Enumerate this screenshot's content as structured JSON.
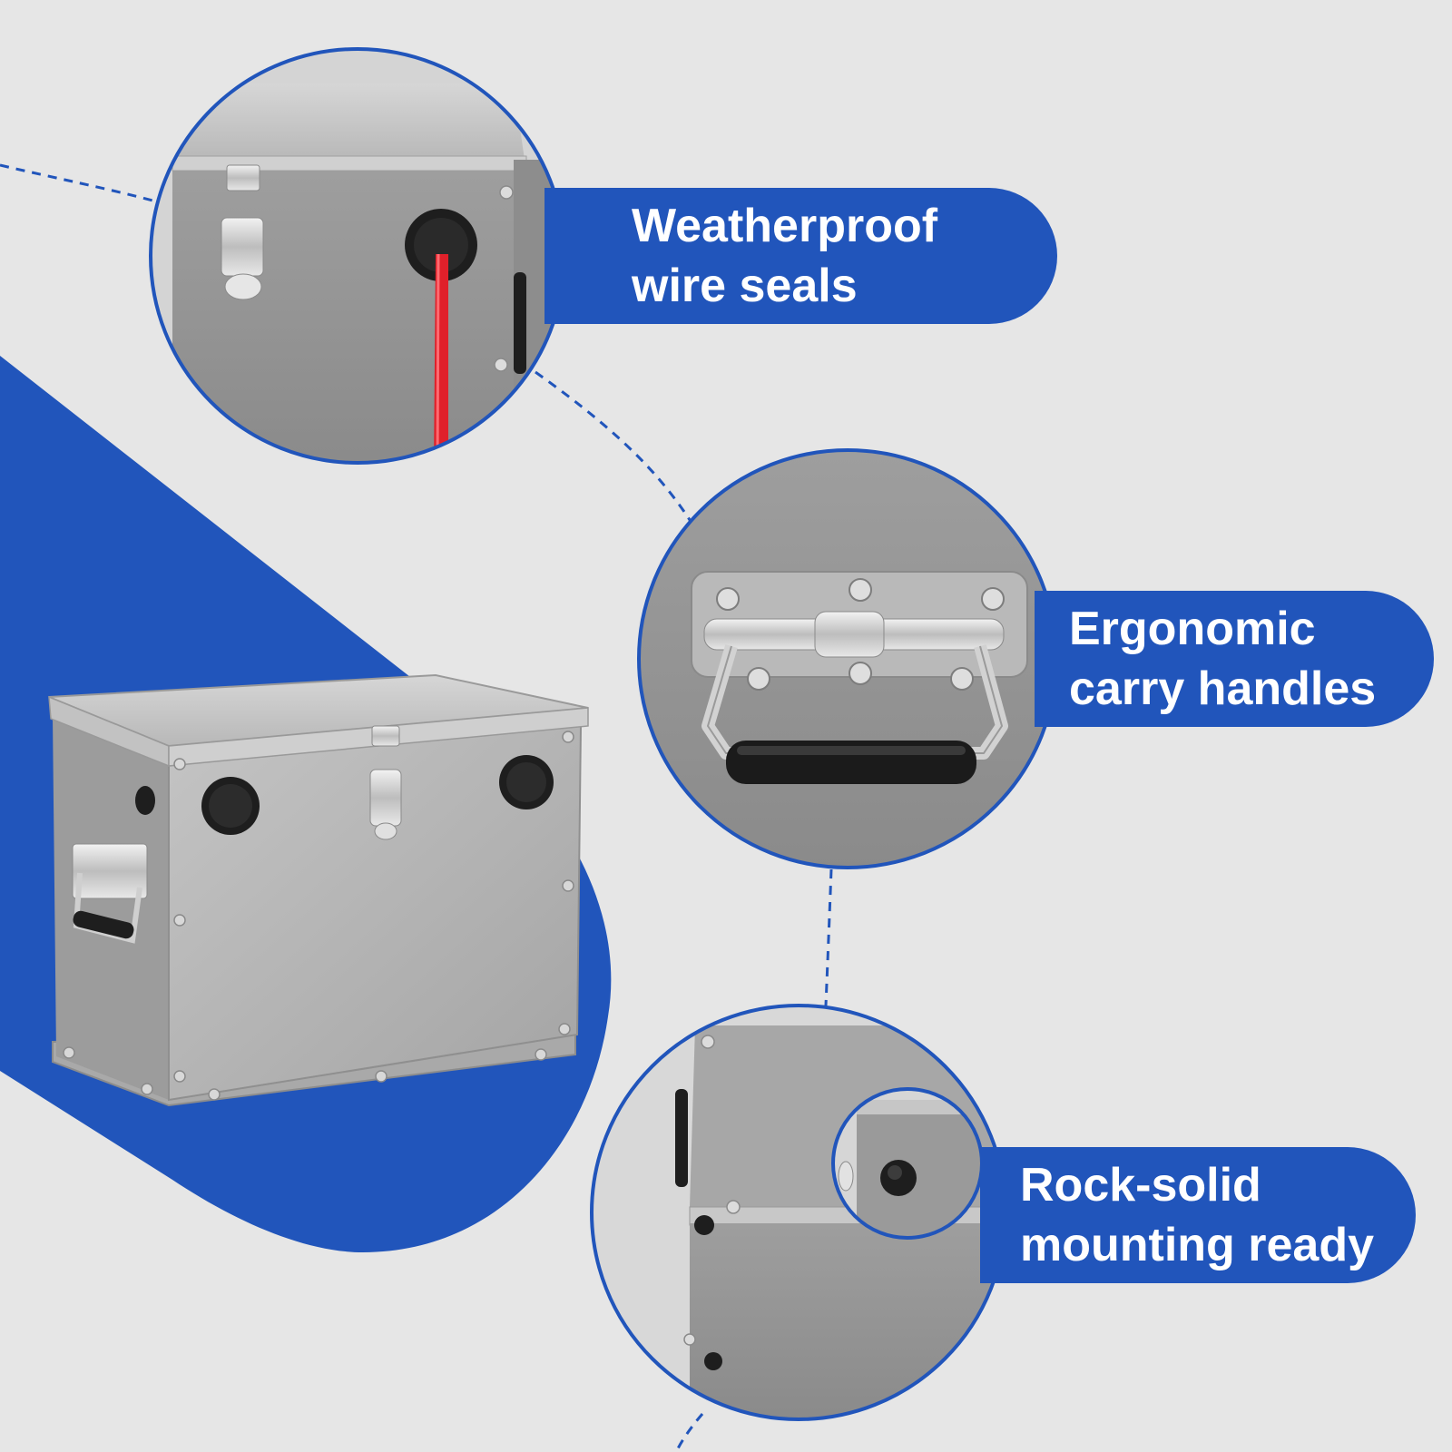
{
  "features": [
    {
      "line1": "Weatherproof",
      "line2": "wire seals",
      "icon": "wire-seal-closeup"
    },
    {
      "line1": "Ergonomic",
      "line2": "carry handles",
      "icon": "carry-handle-closeup"
    },
    {
      "line1": "Rock-solid",
      "line2": "mounting ready",
      "icon": "mounting-base-closeup"
    }
  ],
  "colors": {
    "background": "#e6e6e6",
    "accent_blue": "#2155bb",
    "metal": "#b2b2b2",
    "metal_dark": "#8f8f8f",
    "rubber": "#1e1e1e",
    "wire_red": "#e0202a"
  },
  "product": {
    "icon": "aluminum-battery-box"
  }
}
